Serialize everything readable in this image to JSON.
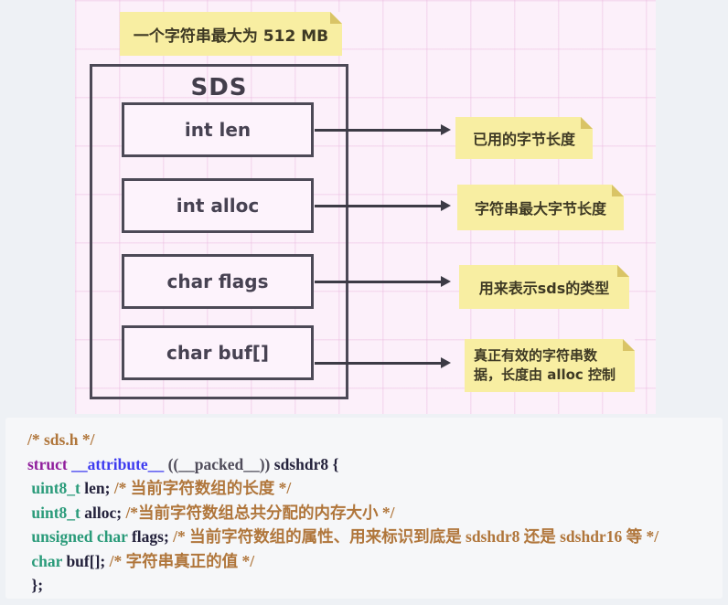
{
  "diagram": {
    "top_note": "一个字符串最大为 512 MB",
    "container_title": "SDS",
    "rows": [
      {
        "field": "int len",
        "note": "已用的字节长度"
      },
      {
        "field": "int alloc",
        "note": "字符串最大字节长度"
      },
      {
        "field": "char flags",
        "note": "用来表示sds的类型"
      },
      {
        "field": "char buf[]",
        "note": "真正有效的字符串数\n据，长度由 alloc 控制"
      }
    ]
  },
  "code": {
    "lines": [
      {
        "segments": [
          {
            "style": "comment",
            "text": "/* sds.h */"
          }
        ]
      },
      {
        "segments": [
          {
            "style": "kw-purple",
            "text": "struct "
          },
          {
            "style": "kw-blue",
            "text": "__attribute__"
          },
          {
            "style": "dim",
            "text": " ((__packed__))"
          },
          {
            "style": "plain",
            "text": " sdshdr8 {"
          }
        ]
      },
      {
        "segments": [
          {
            "style": "kw-teal",
            "text": " uint8_t"
          },
          {
            "style": "plain",
            "text": " len; "
          },
          {
            "style": "comment",
            "text": "/* 当前字符数组的长度 */"
          }
        ]
      },
      {
        "segments": [
          {
            "style": "kw-teal",
            "text": " uint8_t"
          },
          {
            "style": "plain",
            "text": " alloc; "
          },
          {
            "style": "comment",
            "text": "/*当前字符数组总共分配的内存大小 */"
          }
        ]
      },
      {
        "segments": [
          {
            "style": "kw-teal",
            "text": " unsigned char"
          },
          {
            "style": "plain",
            "text": " flags; "
          },
          {
            "style": "comment",
            "text": "/* 当前字符数组的属性、用来标识到底是 sdshdr8 还是 sdshdr16 等 */"
          }
        ]
      },
      {
        "segments": [
          {
            "style": "kw-teal",
            "text": " char"
          },
          {
            "style": "plain",
            "text": " buf[]; "
          },
          {
            "style": "comment",
            "text": "/* 字符串真正的值 */"
          }
        ]
      },
      {
        "segments": [
          {
            "style": "plain",
            "text": " };"
          }
        ]
      }
    ]
  },
  "colors": {
    "page_bg": "#eef1f5",
    "diagram_bg": "#fcf0fa",
    "sticky_yellow": "#f8eea2",
    "sticky_fold": "#d9c466",
    "box_border": "#4c4956",
    "arrow": "#3c3b45",
    "code_bg": "#f6f7f9",
    "code_comment": "#b0763b",
    "code_struct": "#8f1d9c",
    "code_attribute": "#3e3cf0",
    "code_type": "#2a9b7a"
  }
}
